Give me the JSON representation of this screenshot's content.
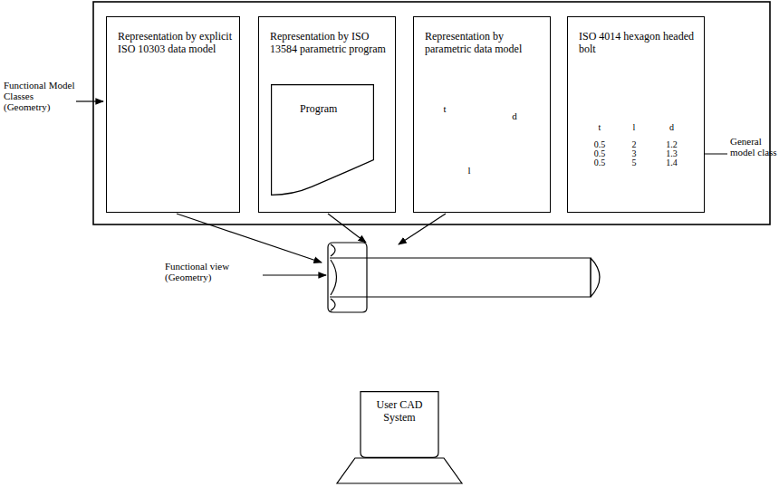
{
  "diagram": {
    "nodes": [
      {
        "text": [
          "Representation by explicit ISO 10303 data model"
        ]
      },
      {
        "text": [
          "Representation by ISO 13584 parametric program"
        ]
      },
      {
        "text": [
          "Program"
        ],
        "in": 1
      },
      {
        "text": [
          "Representation by parametric data model"
        ]
      },
      {
        "text": [
          "ISO 4014 hexagon headed bolt"
        ]
      },
      {
        "text": [
          "User CAD System"
        ]
      }
    ],
    "labels": [
      "Functional Model Classes (Geometry)",
      "General model class",
      "Functional view (Geometry)",
      "t",
      "d",
      "l",
      "t",
      "l",
      "d",
      "0.5",
      "2",
      "1.2",
      "0.5",
      "3",
      "1.3",
      "0.5",
      "5",
      "1.4"
    ]
  }
}
